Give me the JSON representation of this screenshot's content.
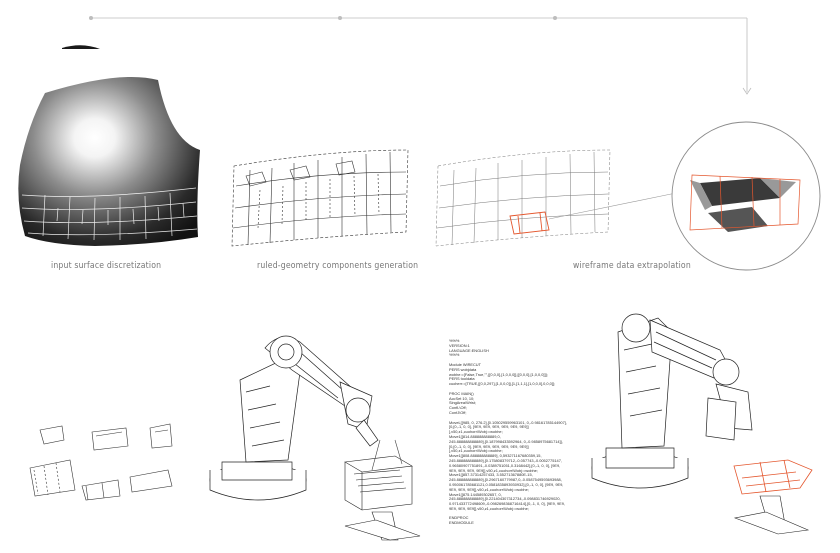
{
  "captions": {
    "step1": "input surface discretization",
    "step2": "ruled-geometry components generation",
    "step3": "wireframe data extrapolation"
  },
  "code_lines": [
    "%%%",
    "VERSION:1",
    "LANGUAGE:ENGLISH",
    "%%%",
    "",
    "Module WIRECUT",
    "PERS wobjdata",
    "wobhe:=[False,True,\"\",[[0,0,0],[1,0,0,0]],[[0,0,0],[1,0,0,0]]];",
    "PERS tooldata",
    "cuoherr:=[TRUE,[[0,0,297],[1,0,0,0]],[1,[1,1,1],[1,0,0,0],0,0,0]];",
    "",
    "PROC MAIN()",
    "AccSet 10, 10;",
    "SingArea\\Wrist;",
    "ConfL\\Off;",
    "ConfJ\\Off;",
    "",
    "MoveL[[985, 0, 276.2],[0.105029559963101, 0,-0.98161785144907],",
    "[0,[0,-1, 0, 0], [9E9, 9E9, 9E9, 9E9, 9E9, 9E9]]",
    "],v50,z1,cuohorr\\Wobj:=wobhe;",
    "Move1[[814.888888888889,0,",
    "245.888888888889],[0.187998433592964, 0,-0.9858975681714]],",
    "[0,[0,-1, 0, 0], [9E9, 9E9, 9E9, 9E9, 9E9, 9E9]]",
    "],v50,z1,cuohorr\\Wobj:=wobhe;",
    "Move1[[808.888888888889], 0,593271167680359,15,",
    "245.888888888889],[0.175808379712,-0.057743,-0.0052775147,",
    "0.96580907751891,-0.0389751051,0.3168442],[0,-1, 0, 0], [9E9,",
    "9E9, 9E9, 9E9, 9E9]],v50,z1,cuohorr\\Wobj:=wobhe;",
    "Move1[[857.37314257433, 3.55271367880E-15,",
    "245.888888888889],[0.2967160779987,0,-0.0587549593693988,",
    "0.950061785681121,0.0581835893930932],[0,-1, 0, 0], [9E9, 9E9,",
    "9E9, 9E9, 9E9]],v50,z1,cuohorr\\Wobj:=wobhe;",
    "Move1[[875.144589302657, 0,",
    "245.888888888889],[0.221404307312734,-0.098831746929020,",
    "0.971433772498609,-0.0982698368716414],[0,-1, 0, 0], [9E9, 9E9,",
    "9E9, 9E9, 9E9]],v50,z1,cuohorr\\Wobj:=wobhe;",
    "",
    "ENDPROC",
    "ENDMODULE"
  ]
}
